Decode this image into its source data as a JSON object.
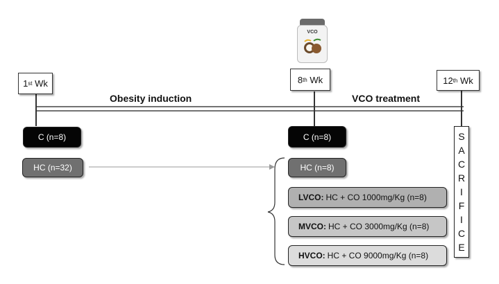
{
  "weeks": {
    "wk1": {
      "num": "1",
      "sup": "st",
      "label": "Wk"
    },
    "wk8": {
      "num": "8",
      "sup": "th",
      "label": "Wk"
    },
    "wk12": {
      "num": "12",
      "sup": "th",
      "label": "Wk"
    }
  },
  "phases": {
    "induction": "Obesity induction",
    "treatment": "VCO treatment"
  },
  "jar_label": "VCO",
  "groups_start": {
    "control": "C (n=8)",
    "high_cholesterol": "HC (n=32)"
  },
  "groups_treatment": {
    "control": "C (n=8)",
    "high_cholesterol": "HC (n=8)",
    "lvco": {
      "abbr": "LVCO:",
      "detail": "HC + CO 1000mg/Kg (n=8)"
    },
    "mvco": {
      "abbr": "MVCO:",
      "detail": "HC + CO 3000mg/Kg (n=8)"
    },
    "hvco": {
      "abbr": "HVCO:",
      "detail": "HC + CO 9000mg/Kg (n=8)"
    }
  },
  "sacrifice_letters": [
    "S",
    "A",
    "C",
    "R",
    "I",
    "F",
    "I",
    "C",
    "E"
  ],
  "colors": {
    "control": "#050505",
    "hc": "#707070",
    "lvco": "#b0b0b0",
    "mvco": "#c6c6c6",
    "hvco": "#dcdcdc"
  }
}
